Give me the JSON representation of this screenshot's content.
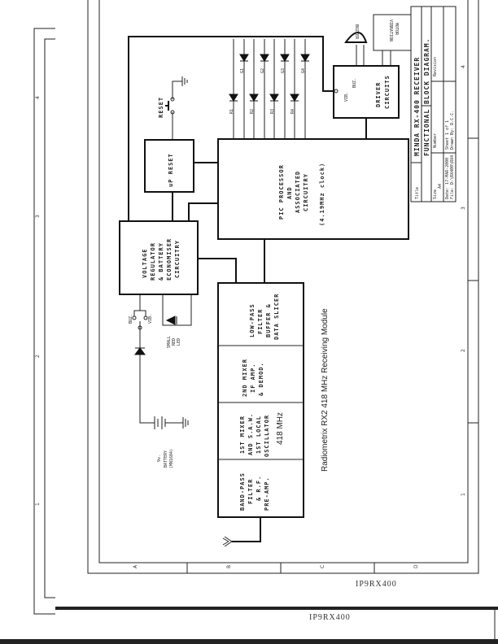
{
  "title_block": {
    "title_label": "Title",
    "title_line1": "MINDA RX-400 RECEIVER",
    "title_line2": "FUNCTIONAL BLOCK DIAGRAM.",
    "size_label": "Size",
    "size_value": "A4",
    "number_label": "Number",
    "revision_label": "Revision",
    "date": "Date: 17-MAR-2000",
    "file": "File: D:\\RX400\\RX4",
    "sheet": "Sheet 1 of 1",
    "drawn_by": "Drawn By: D.C.C."
  },
  "border": {
    "rows": [
      "A",
      "B",
      "C",
      "D"
    ],
    "cols": [
      "1",
      "2",
      "3",
      "4"
    ]
  },
  "blocks": {
    "voltage_regulator": [
      "VOLTAGE",
      "REGULATOR",
      "& BATTERY",
      "ECONOMISER",
      "CIRCUITRY"
    ],
    "up_reset": "uP RESET",
    "pic": [
      "PIC PROCESSOR",
      "AND",
      "ASSOCIATED",
      "CIRCUITRY",
      "(4.19MHz clock)"
    ],
    "driver": [
      "DRIVER",
      "CIRCUITS"
    ],
    "vibration_motor": [
      "VIBRATION",
      "MOTOR"
    ],
    "buzzer": "BUZZER",
    "rx_sections": [
      [
        "BAND-PASS",
        "FILTER",
        "& R.F.",
        "PRE-AMP."
      ],
      [
        "1ST MIXER",
        "AND S.A.W.",
        "1ST LOCAL",
        "OSCILLATOR"
      ],
      [
        "2ND MIXER",
        "IF AMP.",
        "& DEMOD."
      ],
      [
        "LOW-PASS",
        "FILTER",
        "BUFFER &",
        "DATA SLICER"
      ]
    ],
    "rx_freq": "418 MHz"
  },
  "labels": {
    "reset": "RESET",
    "battery": [
      "9v.",
      "BATTERY",
      "(MN1604)"
    ],
    "small_led": [
      "SMALL",
      "RED",
      "LED"
    ],
    "buz": "BUZ.",
    "vib": "VIB.",
    "drv_vib": "VIB.",
    "drv_buz": "BUZ.",
    "red_leds": [
      "R1",
      "R2",
      "R3",
      "R4"
    ],
    "green_leds": [
      "G1",
      "G2",
      "G3",
      "G4"
    ],
    "module_caption": "Radiometrix RX2 418 MHz Receiving Module"
  },
  "footer": {
    "ref1": "IP9RX400",
    "ref2": "IP9RX400"
  }
}
